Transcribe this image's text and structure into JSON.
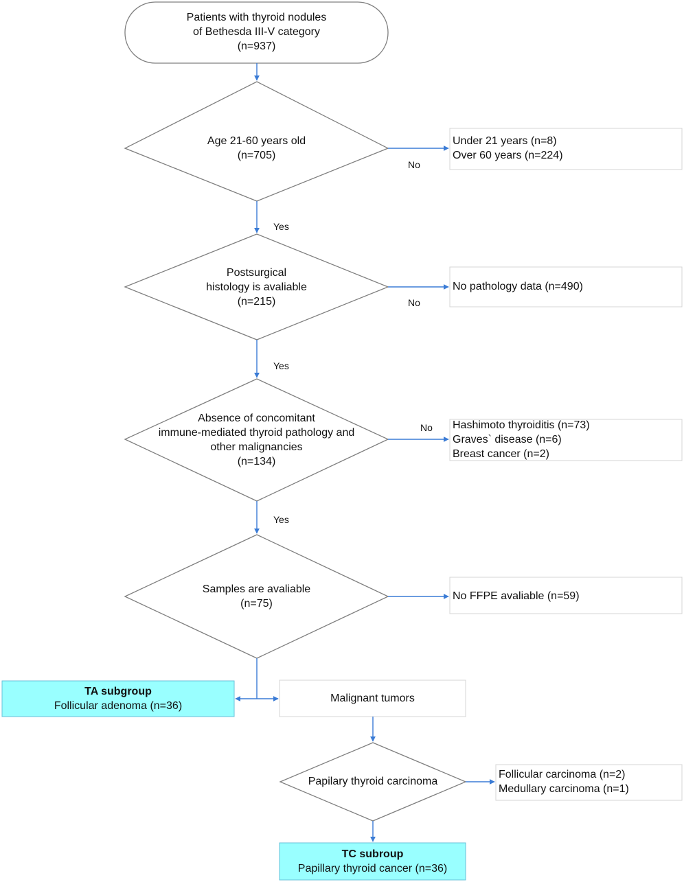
{
  "start": {
    "lines": [
      "Patients with thyroid nodules",
      "of Bethesda III-V category",
      "(n=937)"
    ]
  },
  "decision1": {
    "lines": [
      "Age 21-60 years old",
      "(n=705)"
    ],
    "no_label": "No",
    "yes_label": "Yes",
    "excluded": [
      "Under 21 years (n=8)",
      "Over  60  years (n=224)"
    ]
  },
  "decision2": {
    "lines": [
      "Postsurgical",
      "histology is avaliable",
      "(n=215)"
    ],
    "no_label": "No",
    "yes_label": "Yes",
    "excluded": [
      "No pathology data (n=490)"
    ]
  },
  "decision3": {
    "lines": [
      "Absence of concomitant",
      "immune-mediated thyroid pathology and",
      "other malignancies",
      "(n=134)"
    ],
    "no_label": "No",
    "yes_label": "Yes",
    "excluded": [
      "Hashimoto thyroiditis (n=73)",
      "Graves` disease (n=6)",
      "Breast cancer (n=2)"
    ]
  },
  "decision4": {
    "lines": [
      "Samples are avaliable",
      "(n=75)"
    ],
    "excluded": [
      "No FFPE avaliable (n=59)"
    ]
  },
  "ta_group": {
    "title": "TA subgroup",
    "subtitle": "Follicular adenoma (n=36)"
  },
  "malignant": {
    "label": "Malignant tumors"
  },
  "decision5": {
    "lines": [
      "Papilary thyroid carcinoma"
    ],
    "excluded": [
      "Follicular carcinoma (n=2)",
      "Medullary carcinoma (n=1)"
    ]
  },
  "tc_group": {
    "title": "TC subroup",
    "subtitle": "Papillary thyroid cancer (n=36)"
  },
  "colors": {
    "arrow": "#3a7bd5",
    "shape_stroke": "#7f7f7f",
    "box_stroke": "#d4d4d4",
    "highlight_fill": "#99ffff",
    "highlight_stroke": "#66c2d9"
  }
}
